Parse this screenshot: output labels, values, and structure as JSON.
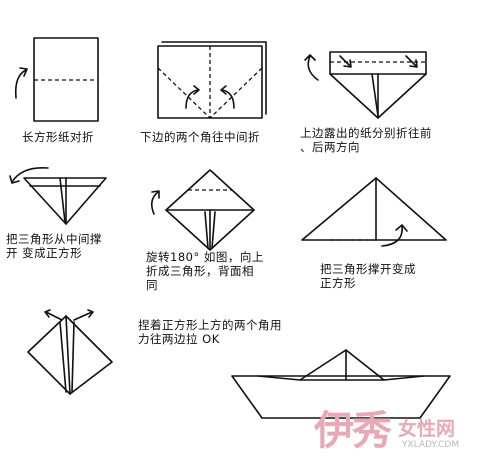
{
  "steps": [
    {
      "caption": "长方形纸对折"
    },
    {
      "caption": "下边的两个角往中间折"
    },
    {
      "caption": "上边露出的纸分别折往前\n、后两方向"
    },
    {
      "caption": "把三角形从中间撑\n开 变成正方形"
    },
    {
      "caption": "旋转180° 如图，向上\n折成三角形，背面相\n同"
    },
    {
      "caption": "把三角形撑开变成\n正方形"
    },
    {
      "caption": "捏着正方形上方的两个角用\n力往两边拉 OK"
    }
  ],
  "watermark": {
    "brand": "伊秀",
    "sub": "女性网",
    "url": "YXLADY.COM"
  }
}
